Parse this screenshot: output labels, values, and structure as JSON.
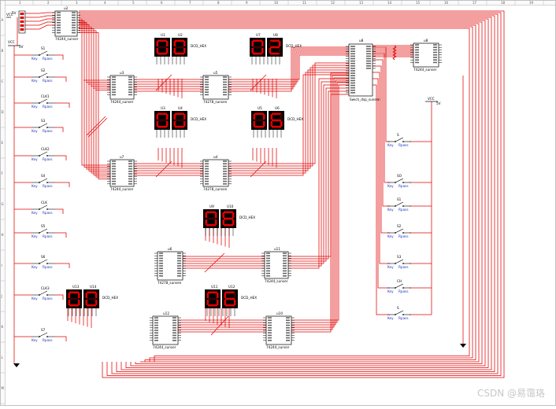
{
  "labels": {
    "vcc": "VCC",
    "v5": "5V",
    "key": "Key",
    "rpass": "Rpass",
    "ic_74": "74244_sunser",
    "ic_mux": "74278_sunsen",
    "ic_big": "Swich_dsp_sunsen",
    "disp_type": "DCD_HEX"
  },
  "colors": {
    "wire": "#e00000",
    "part": "#000000",
    "text_blue": "#1a2fbf",
    "seg_on": "#e00000",
    "seg_off": "#3a0000"
  },
  "displays": [
    {
      "tag1": "U1",
      "tag2": "U2",
      "digits": "00"
    },
    {
      "tag1": "U7",
      "tag2": "U8",
      "digits": "02"
    },
    {
      "tag1": "U3",
      "tag2": "U4",
      "digits": "00"
    },
    {
      "tag1": "U5",
      "tag2": "U6",
      "digits": "06"
    },
    {
      "tag1": "U9",
      "tag2": "U10",
      "digits": "08"
    },
    {
      "tag1": "U13",
      "tag2": "U14",
      "digits": "00"
    },
    {
      "tag1": "U11",
      "tag2": "U12",
      "digits": "06"
    }
  ],
  "chips": [
    {
      "tag": "u2"
    },
    {
      "tag": "u3"
    },
    {
      "tag": "u5"
    },
    {
      "tag": "u7"
    },
    {
      "tag": "u4"
    },
    {
      "tag": "u6"
    },
    {
      "tag": "u11"
    },
    {
      "tag": "u8"
    },
    {
      "tag": "u12"
    },
    {
      "tag": "u10"
    }
  ],
  "switches_left": [
    "S1",
    "S2",
    "CLK1",
    "S3",
    "CLK2",
    "S4",
    "CLK",
    "S5",
    "S6",
    "CLK3",
    "S7"
  ],
  "switches_right": [
    "S",
    "SO",
    "S1",
    "S2",
    "S3",
    "CH",
    "S"
  ],
  "watermark": "CSDN @易霭珞"
}
